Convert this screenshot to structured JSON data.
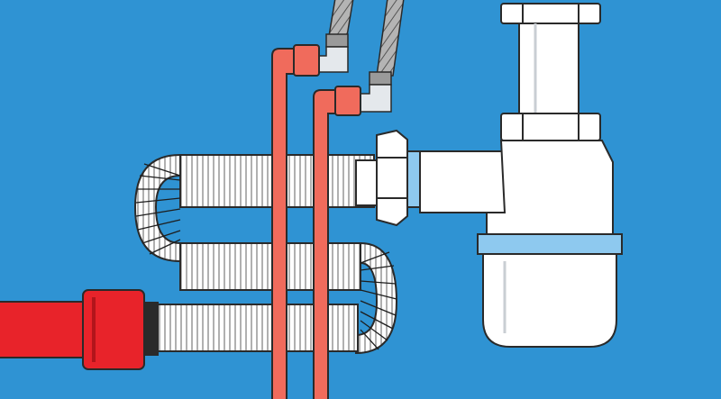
{
  "scene": {
    "background": "#2f93d3",
    "colors": {
      "outline": "#2a2a2a",
      "pipe_white": "#ffffff",
      "pipe_shade": "#e4e8ec",
      "corrugation": "#6f6f6f",
      "supply_pipe": "#f06b5c",
      "drain_red": "#e8232a",
      "drain_red_dark": "#b2151b",
      "gasket_blue": "#8ec9ef",
      "hose_steel": "#9a9a9a"
    },
    "components": [
      {
        "id": "bottle-trap",
        "icon": "bottle-trap-icon"
      },
      {
        "id": "corrugated-drain-hose",
        "icon": "corrugated-hose-icon"
      },
      {
        "id": "sewer-inlet-pipe",
        "icon": "red-drain-pipe-icon"
      },
      {
        "id": "water-supply-pipes",
        "icon": "copper-pipe-icon"
      },
      {
        "id": "flexible-supply-hoses",
        "icon": "braided-hose-icon"
      }
    ]
  }
}
